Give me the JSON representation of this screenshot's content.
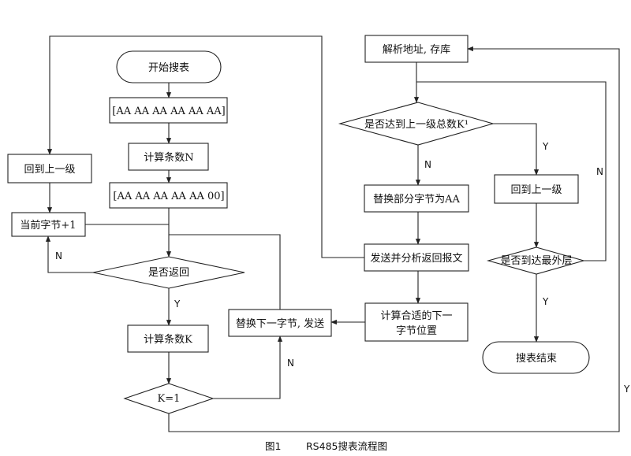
{
  "diagram": {
    "nodes": {
      "start": "开始搜表",
      "init_addr": "[AA AA AA AA AA AA]",
      "calc_n": "计算条数N",
      "addr_00": "[AA AA AA AA AA 00]",
      "back_level_left": "回到上一级",
      "current_byte": "当前字节+1",
      "is_returned": "是否返回",
      "calc_k": "计算条数K",
      "k_eq_1": "K=1",
      "replace_next": "替换下一字节, 发送",
      "parse_store": "解析地址, 存库",
      "reach_total": "是否达到上一级总数K¹",
      "replace_aa": "替换部分字节为AA",
      "send_parse": "发送并分析返回报文",
      "calc_next_pos_1": "计算合适的下一",
      "calc_next_pos_2": "字节位置",
      "back_level_right": "回到上一级",
      "reach_outer": "是否到达最外层",
      "end": "搜表结束"
    },
    "edge_labels": {
      "returned_no": "N",
      "returned_yes": "Y",
      "k1_no": "N",
      "total_no": "N",
      "total_yes": "Y",
      "outer_no": "N",
      "outer_yes": "Y",
      "far_right_y": "Y"
    },
    "caption": {
      "figure": "图1",
      "title": "RS485搜表流程图"
    }
  }
}
